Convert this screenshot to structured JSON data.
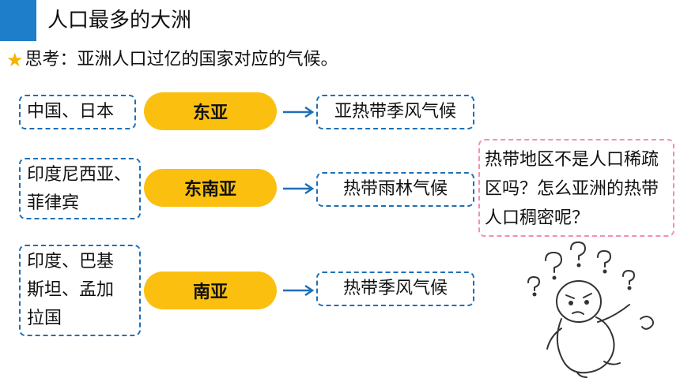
{
  "title": "人口最多的大洲",
  "question": "思考：亚洲人口过亿的国家对应的气候。",
  "rows": [
    {
      "countries_line1": "中国、日本",
      "countries_line2": "",
      "countries_line3": "",
      "region": "东亚",
      "climate": "亚热带季风气候"
    },
    {
      "countries_line1": "印度尼西亚、",
      "countries_line2": "菲律宾",
      "countries_line3": "",
      "region": "东南亚",
      "climate": "热带雨林气候"
    },
    {
      "countries_line1": "印度、巴基",
      "countries_line2": "斯坦、孟加",
      "countries_line3": "拉国",
      "region": "南亚",
      "climate": "热带季风气候"
    }
  ],
  "note": "热带地区不是人口稀疏区吗？怎么亚洲的热带人口稠密呢？",
  "colors": {
    "accent_blue": "#1F7EC9",
    "pill_yellow": "#FBC00F",
    "note_pink": "#F48FB1",
    "star": "#F5B400"
  },
  "icons": {
    "star": "star-icon",
    "arrow": "right-arrow-icon",
    "figure": "confused-figure-icon"
  }
}
